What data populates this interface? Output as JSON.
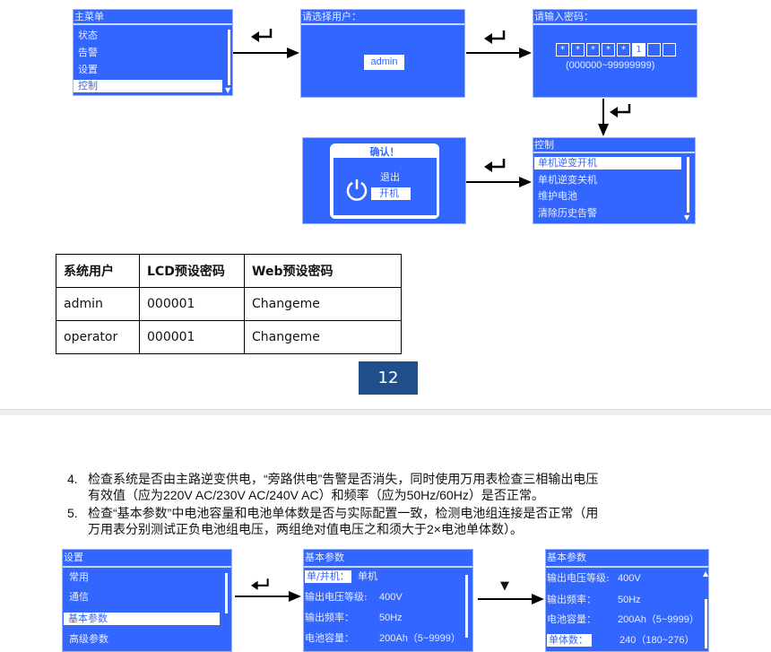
{
  "main_menu": {
    "title": "主菜单",
    "items": [
      "状态",
      "告警",
      "设置",
      "控制"
    ],
    "selected": "控制"
  },
  "select_user": {
    "title": "请选择用户：",
    "value": "admin"
  },
  "password": {
    "title": "请输入密码：",
    "masked": [
      "*",
      "*",
      "*",
      "*",
      "*"
    ],
    "current_digit": "1",
    "range": "(000000~99999999)"
  },
  "control": {
    "title": "控制",
    "items": [
      "单机逆变开机",
      "单机逆变关机",
      "维护电池",
      "清除历史告警"
    ],
    "selected": "单机逆变开机"
  },
  "confirm": {
    "title": "确认！",
    "options": [
      "退出",
      "开机"
    ],
    "selected": "开机"
  },
  "table": {
    "headers": [
      "系统用户",
      "LCD预设密码",
      "Web预设密码"
    ],
    "rows": [
      [
        "admin",
        "000001",
        "Changeme"
      ],
      [
        "operator",
        "000001",
        "Changeme"
      ]
    ]
  },
  "page_number": "12",
  "steps": [
    {
      "num": "4.",
      "lines": [
        "检查系统是否由主路逆变供电，“旁路供电”告警是否消失，同时使用万用表检查三相输出电压",
        "有效值（应为220V AC/230V AC/240V AC）和频率（应为50Hz/60Hz）是否正常。"
      ]
    },
    {
      "num": "5.",
      "lines": [
        "检查“基本参数”中电池容量和电池单体数是否与实际配置一致，检测电池组连接是否正常（用",
        "万用表分别测试正负电池组电压，两组绝对值电压之和须大于2×电池单体数）。"
      ]
    }
  ],
  "settings": {
    "title": "设置",
    "items": [
      "常用",
      "通信",
      "基本参数",
      "高级参数"
    ],
    "selected": "基本参数"
  },
  "basic_params_1": {
    "title": "基本参数",
    "rows": [
      {
        "label": "单/并机：",
        "value": "单机"
      },
      {
        "label": "输出电压等级:",
        "value": "400V"
      },
      {
        "label": "输出频率：",
        "value": "50Hz"
      },
      {
        "label": "电池容量：",
        "value": "200Ah（5~9999）"
      }
    ]
  },
  "basic_params_2": {
    "title": "基本参数",
    "rows": [
      {
        "label": "输出电压等级:",
        "value": "400V"
      },
      {
        "label": "输出频率：",
        "value": "50Hz"
      },
      {
        "label": "电池容量：",
        "value": "200Ah（5~9999）"
      },
      {
        "label": "单体数：",
        "value": "240（180~276）"
      }
    ]
  },
  "down_key": "▼",
  "colors": {
    "lcd_blue": "#3366ff",
    "page_badge": "#1f4e8c"
  }
}
